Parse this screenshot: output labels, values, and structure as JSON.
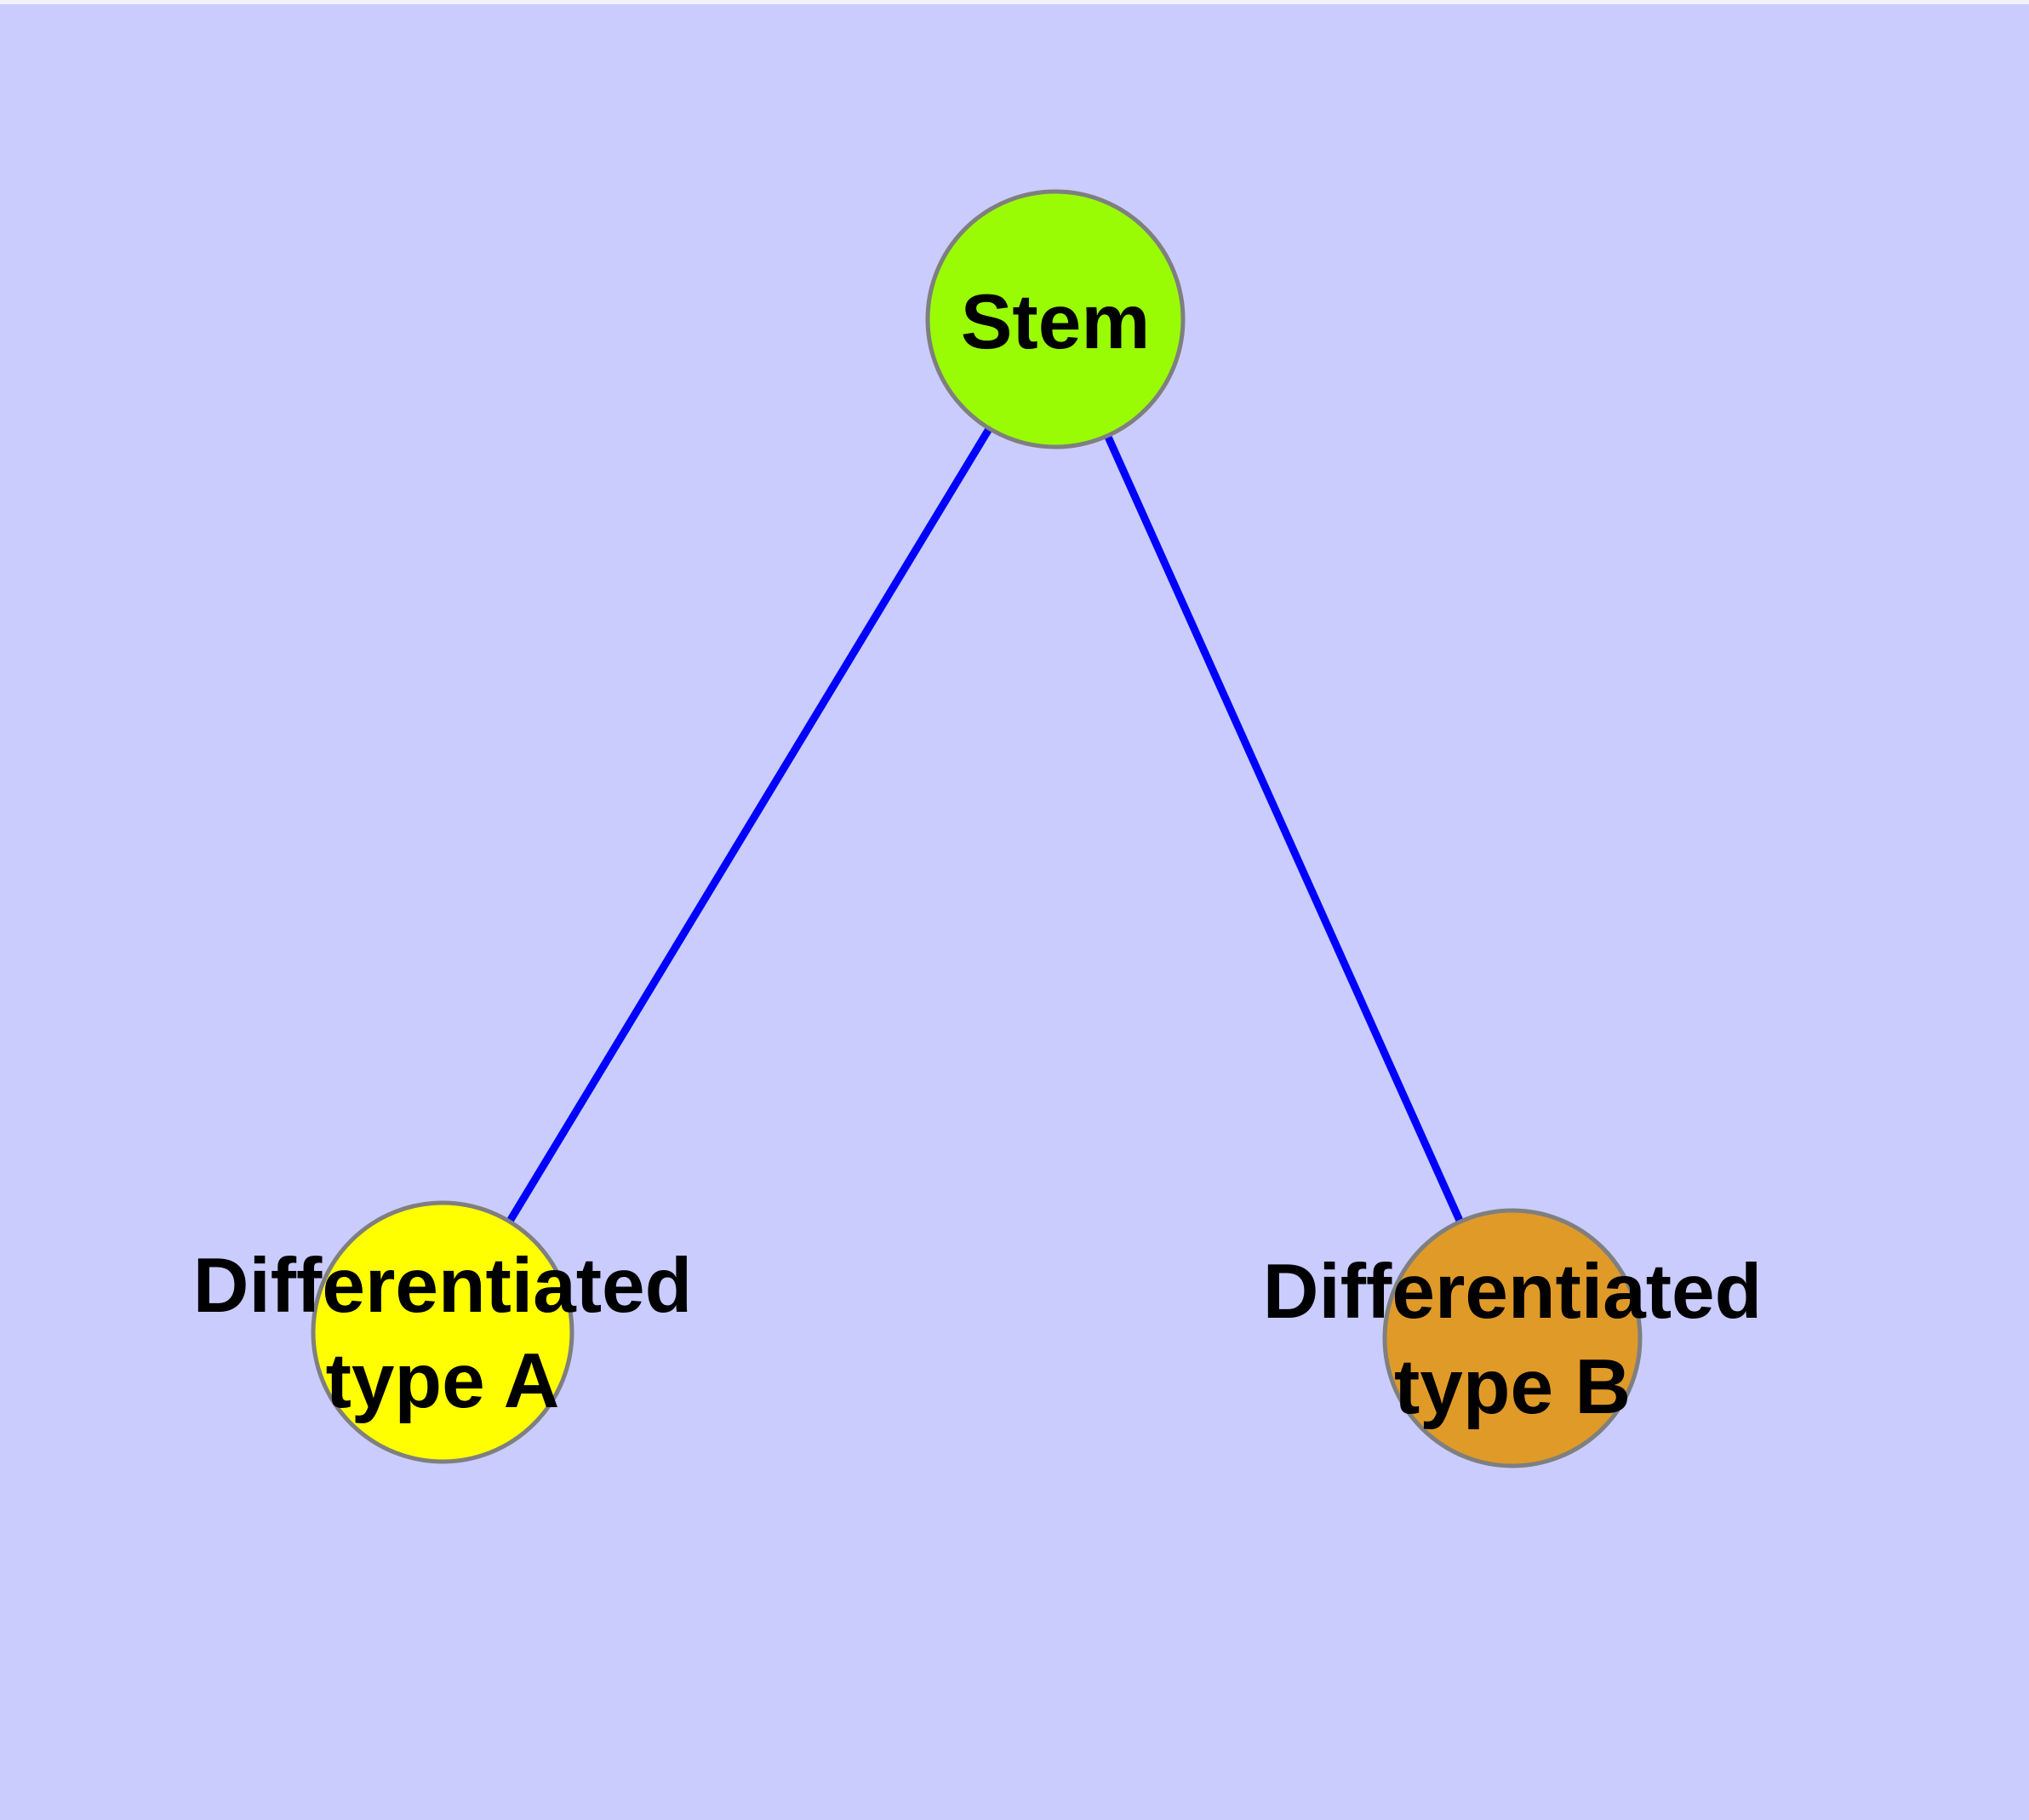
{
  "diagram": {
    "background_color": "#C9CCFC",
    "top_edge_color": "#F2F2FA",
    "edge_color": "#0000FF",
    "node_border_color": "#7F7F7F",
    "label_color": "#000000",
    "nodes": [
      {
        "id": "stem",
        "label": "Stem",
        "fill_color": "#99FC05"
      },
      {
        "id": "differentiated-type-a",
        "label_line1": "Differentiated",
        "label_line2": "type A",
        "fill_color": "#FFFF00"
      },
      {
        "id": "differentiated-type-b",
        "label_line1": "Differentiated",
        "label_line2": "type B",
        "fill_color": "#E09A28"
      }
    ],
    "edges": [
      {
        "from": "Stem",
        "to": "Differentiated type A"
      },
      {
        "from": "Stem",
        "to": "Differentiated type B"
      }
    ]
  }
}
